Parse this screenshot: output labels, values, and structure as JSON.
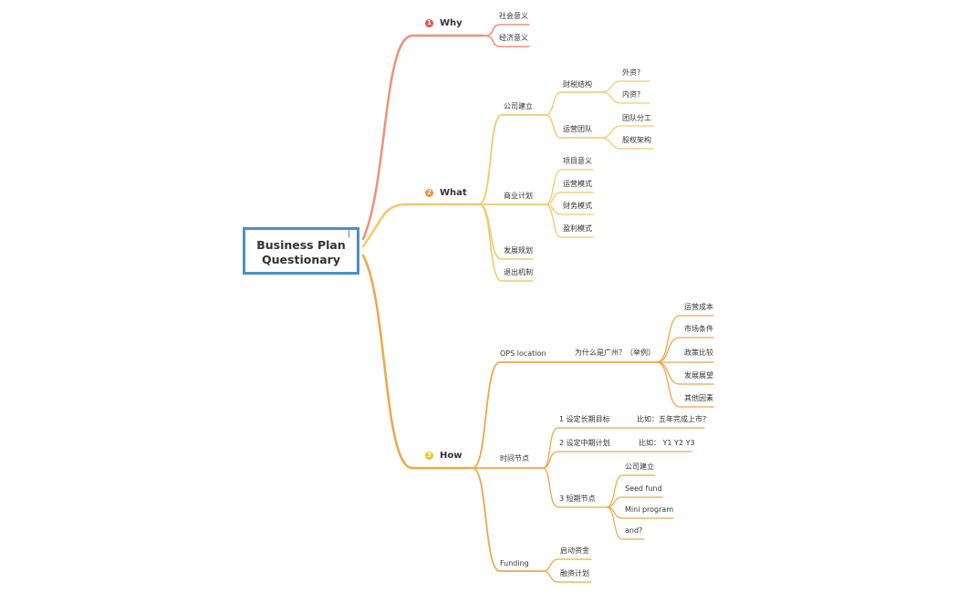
{
  "root": {
    "line1": "Business Plan",
    "line2": "Questionary"
  },
  "branches": {
    "why": {
      "num": "1",
      "label": "Why",
      "color": "#f0917a",
      "items": [
        "社会意义",
        "经济意义"
      ]
    },
    "what": {
      "num": "2",
      "label": "What",
      "color": "#f4c96a",
      "company": "公司建立",
      "finance": "财税结构",
      "foreign": "外资?",
      "domestic": "内资?",
      "ops_team": "运营团队",
      "team_div": "团队分工",
      "equity": "股权架构",
      "bizplan": "商业计划",
      "bp_items": [
        "项目意义",
        "运营模式",
        "财务模式",
        "盈利模式"
      ],
      "dev": "发展规划",
      "exit": "退出机制"
    },
    "how": {
      "num": "3",
      "label": "How",
      "color": "#eea84a",
      "ops_location": "OPS location",
      "why_gz": "为什么是广州？（举例）",
      "gz_items": [
        "运营成本",
        "市场条件",
        "政策比较",
        "发展展望",
        "其他因素"
      ],
      "timeline": "时间节点",
      "long_term": "1 设定长期目标",
      "long_example": "比如：五年完成上市?",
      "mid_term": "2 设定中期计划",
      "mid_example": "比如： Y1 Y2 Y3",
      "short_term": "3 短期节点",
      "short_items": [
        "公司建立",
        "Seed fund",
        "Mini program",
        "and?"
      ],
      "funding": "Funding",
      "funding_items": [
        "启动资金",
        "融资计划"
      ]
    }
  },
  "badge_colors": {
    "why": "#e8524a",
    "what": "#f08c3a",
    "how": "#f2c318"
  }
}
